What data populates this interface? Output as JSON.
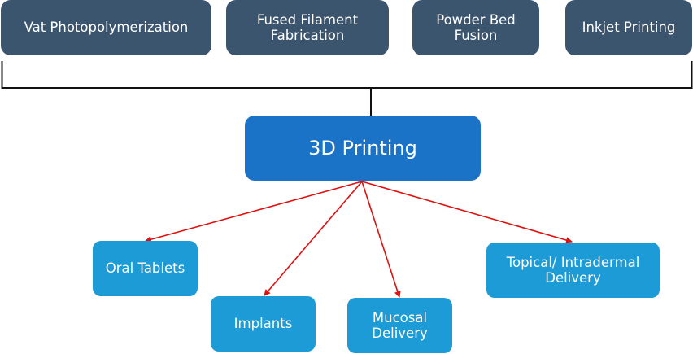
{
  "diagram": {
    "methods": [
      {
        "label": "Vat Photopolymerization"
      },
      {
        "label": "Fused Filament\nFabrication"
      },
      {
        "label": "Powder Bed\nFusion"
      },
      {
        "label": "Inkjet Printing"
      }
    ],
    "core": {
      "label": "3D Printing"
    },
    "applications": [
      {
        "label": "Oral Tablets"
      },
      {
        "label": "Implants"
      },
      {
        "label": "Mucosal\nDelivery"
      },
      {
        "label": "Topical/ Intradermal\nDelivery"
      }
    ],
    "colors": {
      "method_box": "#3c556f",
      "core_box": "#1a73c6",
      "application_box": "#1c9bd6",
      "bracket_line": "#111111",
      "arrow": "#e01010"
    }
  }
}
